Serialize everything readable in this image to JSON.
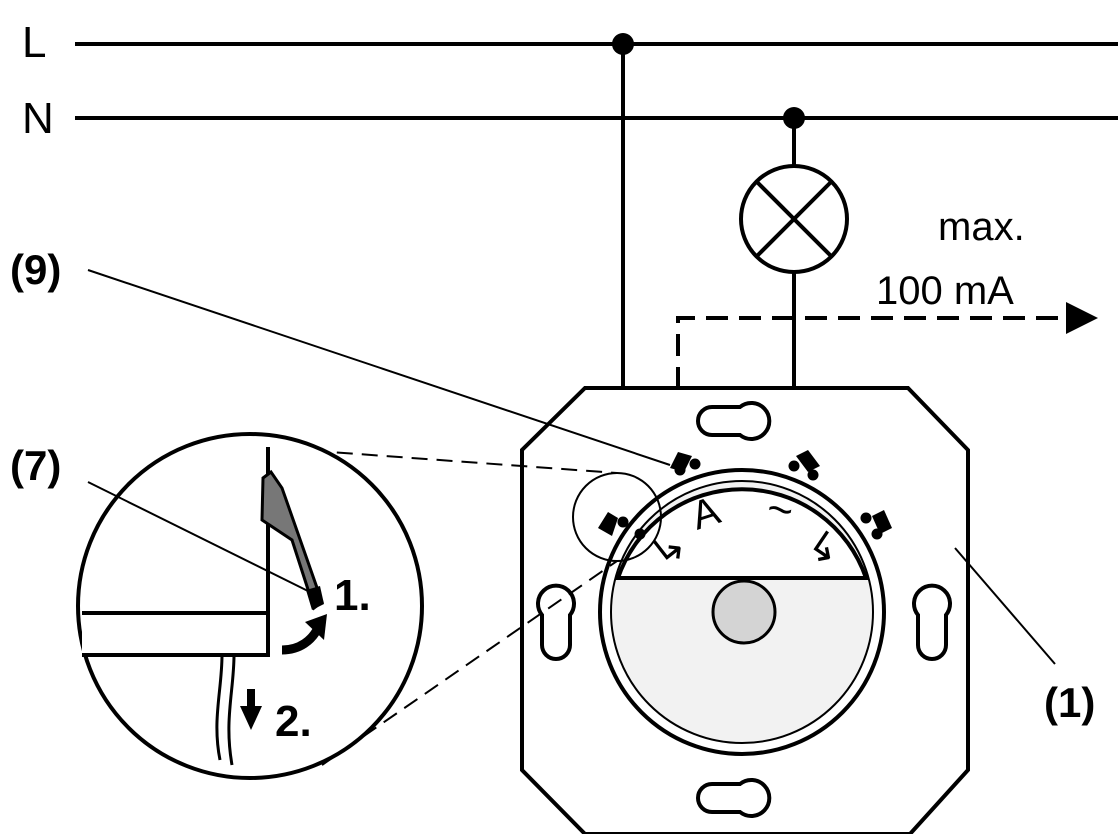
{
  "rails": {
    "phase_label": "L",
    "neutral_label": "N"
  },
  "load_rating": {
    "line1": "max.",
    "line2": "100 mA"
  },
  "callouts": {
    "terminals": "(9)",
    "release_lever": "(7)",
    "device": "(1)"
  },
  "terminal_markings": {
    "lamp_output": "↳",
    "a_extension": "A",
    "tilde": "~",
    "neutral_output": "↳"
  },
  "detail_steps": {
    "step1": "1.",
    "step2": "2."
  },
  "colors": {
    "line": "#000000",
    "fill_grey": "#f2f2f2",
    "sensor_grey": "#d4d4d4",
    "background": "#ffffff"
  }
}
